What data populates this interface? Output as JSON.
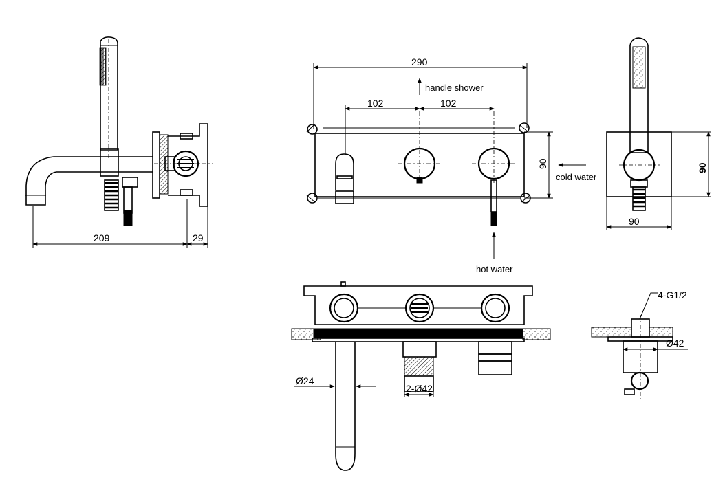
{
  "dimensions": {
    "side_projection": "209",
    "side_depth": "29",
    "plate_width": "290",
    "spacing_left": "102",
    "spacing_right": "102",
    "plate_height": "90",
    "shower_plate_height": "90",
    "shower_plate_width": "90",
    "spout_diameter": "Ø24",
    "inlet_diameter": "2-Ø42",
    "connection_thread": "4-G1/2",
    "side_diameter": "Ø42"
  },
  "labels": {
    "handle_shower": "handle shower",
    "cold_water": "cold water",
    "hot_water": "hot water"
  }
}
